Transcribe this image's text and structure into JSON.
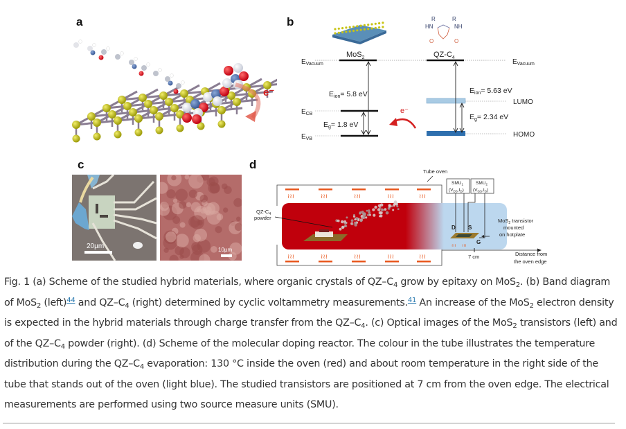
{
  "figure": {
    "panels": {
      "a": {
        "label": "a",
        "electron_label": "e⁻"
      },
      "b": {
        "label": "b",
        "mos2_title": "MoS",
        "mos2_sub": "2",
        "qz_title": "QZ-C",
        "qz_sub": "4",
        "evac_left": "E",
        "evac_left_sub": "Vacuum",
        "evac_right": "E",
        "evac_right_sub": "Vacuum",
        "ecb": "E",
        "ecb_sub": "CB",
        "evb": "E",
        "evb_sub": "VB",
        "mos2_eion": "= 5.8 eV",
        "mos2_eg": "= 1.8 eV",
        "qz_eion": "= 5.63 eV",
        "qz_eg": "= 2.34 eV",
        "eion_sub": "ion",
        "eg_sub": "g",
        "E": "E",
        "lumo": "LUMO",
        "homo": "HOMO",
        "electron": "e⁻",
        "molecule_labels": {
          "r1": "R",
          "r2": "R",
          "hn": "HN",
          "nh": "NH",
          "o1": "O",
          "o2": "O"
        }
      },
      "c": {
        "label": "c",
        "scale_left": "20µm",
        "scale_right": "10µm"
      },
      "d": {
        "label": "d",
        "tube_oven": "Tube oven",
        "powder_line1": "QZ-C",
        "powder_sub": "4",
        "powder_line2": "powder",
        "smu1": "SMU",
        "smu1_sub": "1",
        "smu1_meas": "(V",
        "smu1_meas_sub": "DS",
        "smu1_meas2": ",I",
        "smu1_meas2_sub": "D",
        "smu2": "SMU",
        "smu2_sub": "2",
        "smu2_meas": "(V",
        "smu2_meas_sub": "GS",
        "smu2_meas2": ",I",
        "smu2_meas2_sub": "G",
        "d_label": "D",
        "s_label": "S",
        "g_label": "G",
        "transistor_line1": "MoS",
        "transistor_sub": "2",
        "transistor_line1b": " transistor",
        "transistor_line2": "mounted",
        "transistor_line3": "on hotplate",
        "distance_tick": "7 cm",
        "distance_line1": "Distance from",
        "distance_line2": "the oven edge",
        "heater_glyph": "≀≀≀"
      }
    }
  },
  "caption": {
    "segments": [
      {
        "t": "Fig. 1 (a) Scheme of the studied hybrid materials, where organic crystals of QZ–C"
      },
      {
        "sub": "4"
      },
      {
        "t": " grow by epitaxy on MoS"
      },
      {
        "sub": "2"
      },
      {
        "t": ". (b) Band diagram of MoS"
      },
      {
        "sub": "2"
      },
      {
        "t": " (left)"
      },
      {
        "ref": "44"
      },
      {
        "t": " and QZ–C"
      },
      {
        "sub": "4"
      },
      {
        "t": " (right) determined by cyclic voltammetry measurements."
      },
      {
        "ref": "41"
      },
      {
        "t": " An increase of the MoS"
      },
      {
        "sub": "2"
      },
      {
        "t": " electron density is expected in the hybrid materials through charge transfer from the QZ–C"
      },
      {
        "sub": "4"
      },
      {
        "t": ". (c) Optical images of the MoS"
      },
      {
        "sub": "2"
      },
      {
        "t": " transistors (left) and of the QZ–C"
      },
      {
        "sub": "4"
      },
      {
        "t": " powder (right). (d) Scheme of the molecular doping reactor. The colour in the tube illustrates the temperature distribution during the QZ–C"
      },
      {
        "sub": "4"
      },
      {
        "t": " evaporation: 130 °C inside the oven (red) and about room temperature in the right side of the tube that stands out of the oven (light blue). The studied transistors are positioned at 7 cm from the oven edge. The electrical measurements are performed using two source measure units (SMU)."
      }
    ]
  },
  "colors": {
    "link": "#2a7ab0",
    "oven_red": "#c0000c",
    "cool_blue": "#bcd7ee",
    "heater": "#e8561c",
    "lumo": "#a9cbe4",
    "homo": "#2e6fae",
    "sulfur": "#c8c414",
    "molybdenum": "#8a7d92",
    "electron_arrow": "#d42020"
  }
}
